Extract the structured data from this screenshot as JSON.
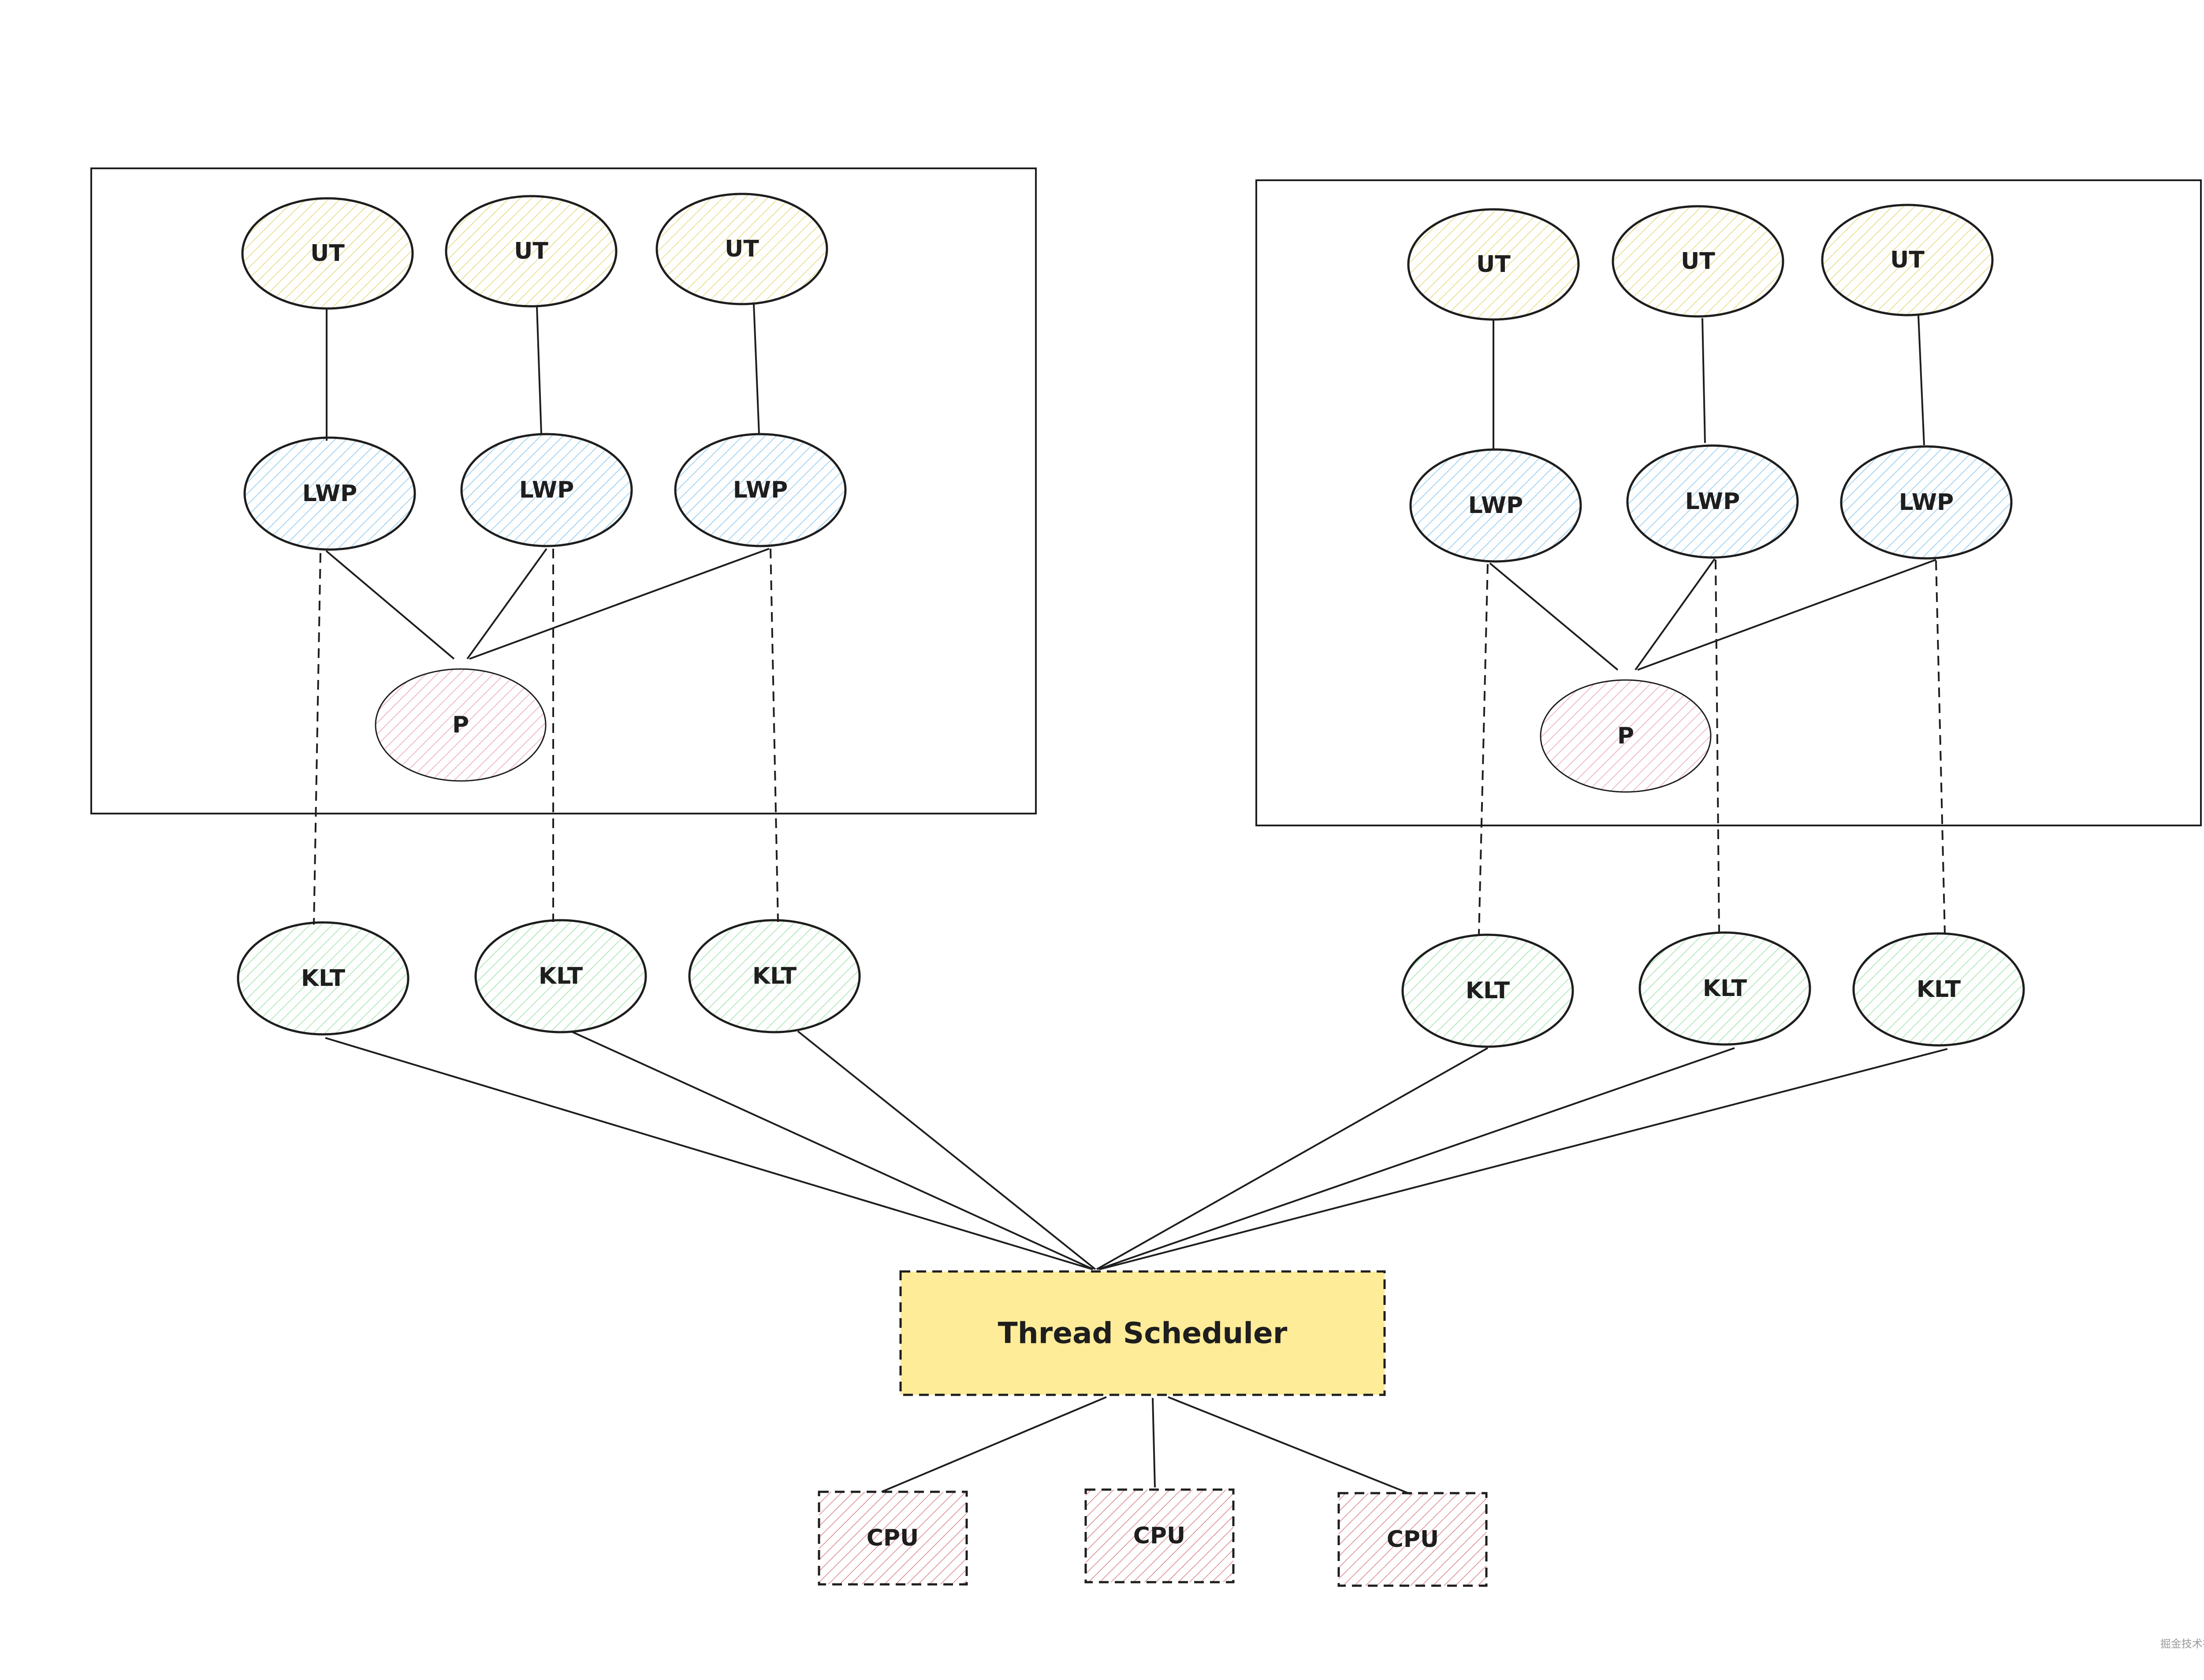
{
  "processes": [
    {
      "uts": [
        "UT",
        "UT",
        "UT"
      ],
      "lwps": [
        "LWP",
        "LWP",
        "LWP"
      ],
      "p": "P",
      "klts": [
        "KLT",
        "KLT",
        "KLT"
      ]
    },
    {
      "uts": [
        "UT",
        "UT",
        "UT"
      ],
      "lwps": [
        "LWP",
        "LWP",
        "LWP"
      ],
      "p": "P",
      "klts": [
        "KLT",
        "KLT",
        "KLT"
      ]
    }
  ],
  "scheduler": {
    "label": "Thread Scheduler"
  },
  "cpus": [
    "CPU",
    "CPU",
    "CPU"
  ],
  "watermark": "掘金技术社区 @ 白衣鸽子",
  "colors": {
    "ut": "#f2e9a0",
    "lwp": "#a5d8ff",
    "p": "#f2b8c6",
    "klt": "#b2f2bb",
    "scheduler": "#ffec99",
    "cpu": "#e03131",
    "stroke": "#1e1e1e"
  }
}
